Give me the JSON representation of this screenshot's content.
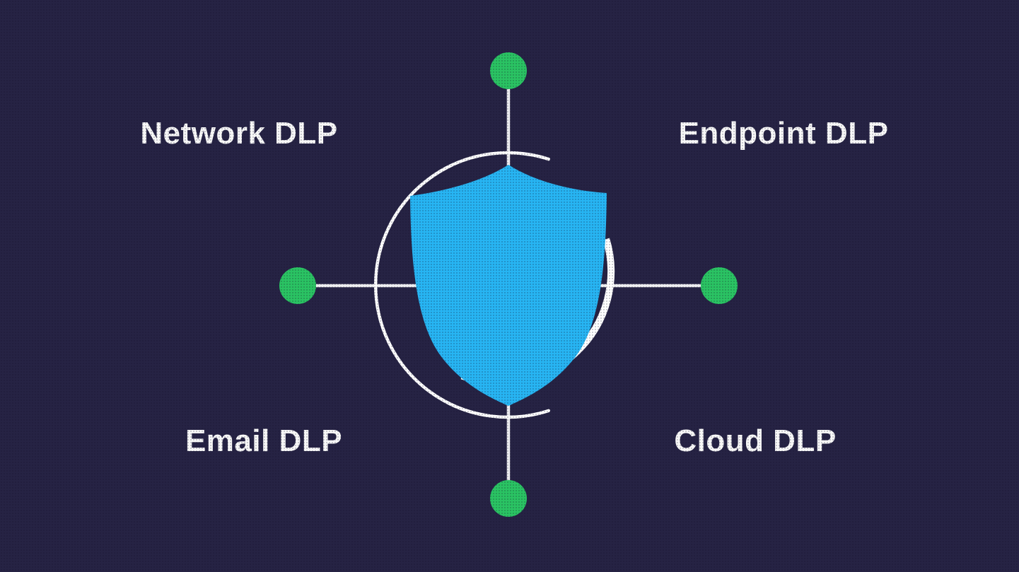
{
  "diagram": {
    "center_icon": "shield",
    "labels": {
      "network": "Network DLP",
      "endpoint": "Endpoint DLP",
      "email": "Email DLP",
      "cloud": "Cloud DLP"
    },
    "nodes": [
      {
        "position": "top"
      },
      {
        "position": "right"
      },
      {
        "position": "bottom"
      },
      {
        "position": "left"
      }
    ]
  },
  "colors": {
    "background": "#262344",
    "shield_blue": "#27B5F3",
    "node_green": "#2AC363",
    "line_white": "#EFEFF2",
    "ring_white": "#FFFFFF",
    "label_text": "#F8F8F8"
  }
}
